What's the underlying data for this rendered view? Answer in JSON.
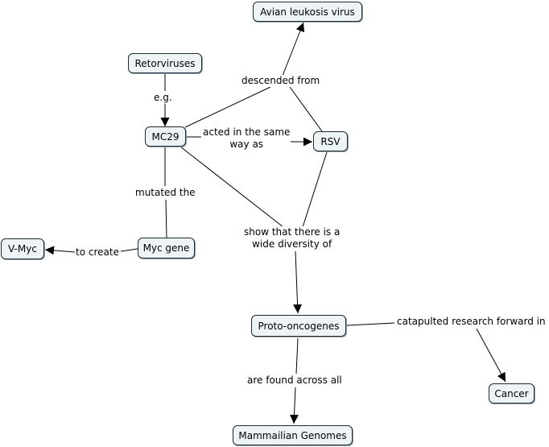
{
  "nodes": {
    "avian": "Avian leukosis virus",
    "retroviruses": "Retorviruses",
    "mc29": "MC29",
    "rsv": "RSV",
    "vmyc": "V-Myc",
    "myc": "Myc gene",
    "proto": "Proto-oncogenes",
    "cancer": "Cancer",
    "genomes": "Mammailian Genomes"
  },
  "links": {
    "descended": "descended from",
    "eg": "e.g.",
    "acted": "acted in the same\nway as",
    "mutated": "mutated the",
    "create": "to create",
    "diversity": "show that there is a\nwide diversity of",
    "catapulted": "catapulted research forward in",
    "found": "are found across all"
  },
  "colors": {
    "node_fill": "#eef4f6",
    "node_border": "#1c2a33",
    "line": "#000000"
  }
}
